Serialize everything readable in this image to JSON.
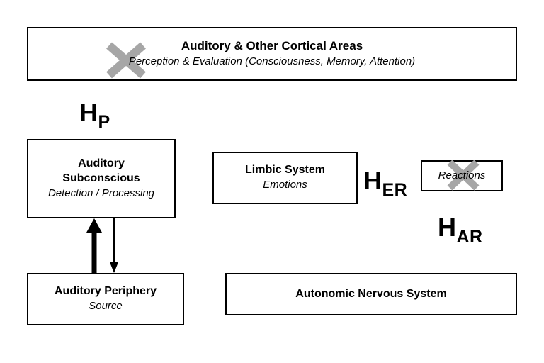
{
  "diagram": {
    "boxes": {
      "cortical": {
        "title": "Auditory & Other Cortical Areas",
        "subtitle": "Perception & Evaluation (Consciousness, Memory, Attention)"
      },
      "subconscious": {
        "title_line1": "Auditory",
        "title_line2": "Subconscious",
        "subtitle": "Detection / Processing"
      },
      "limbic": {
        "title": "Limbic System",
        "subtitle": "Emotions"
      },
      "reactions": {
        "label": "Reactions"
      },
      "periphery": {
        "title": "Auditory Periphery",
        "subtitle": "Source"
      },
      "autonomic": {
        "title": "Autonomic Nervous System"
      }
    },
    "labels": {
      "hp": {
        "main": "H",
        "sub": "P"
      },
      "her": {
        "main": "H",
        "sub": "ER"
      },
      "har": {
        "main": "H",
        "sub": "AR"
      }
    },
    "icons": {
      "x_mark": "x-mark",
      "thick_arrow": "arrow-up",
      "thin_arrow": "arrow-down"
    },
    "colors": {
      "box_border": "#000000",
      "background": "#ffffff",
      "x_mark": "#a6a6a6",
      "text": "#000000"
    }
  }
}
